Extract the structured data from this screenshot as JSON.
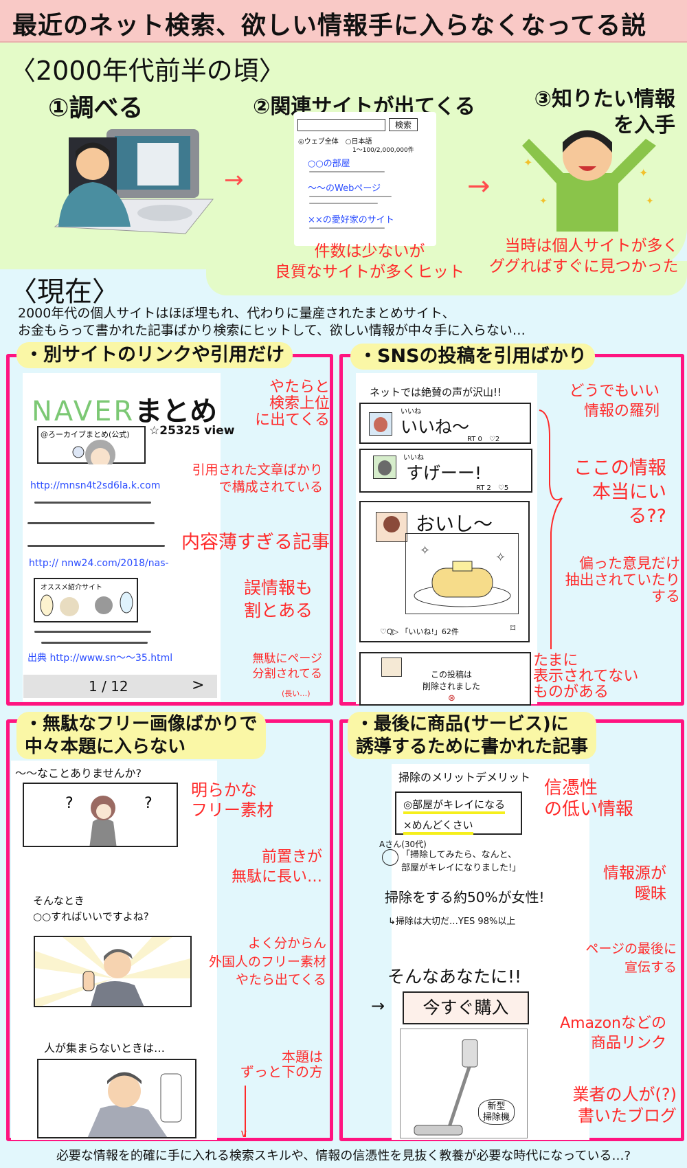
{
  "title": "最近のネット検索、欲しい情報手に入らなくなってる説",
  "past": {
    "heading": "〈2000年代前半の頃〉",
    "steps": [
      "①調べる",
      "②関連サイトが出てくる",
      "③知りたい情報\nを入手"
    ],
    "search_mock": {
      "button": "検索",
      "options": "◎ウェブ全体　○日本語",
      "count": "1〜100/2,000,000件",
      "results": [
        "○○の部屋",
        "〜〜のWebページ",
        "××の愛好家のサイト"
      ]
    },
    "note_results": "件数は少ないが\n良質なサイトが多くヒット",
    "note_found": "当時は個人サイトが多く\nググればすぐに見つかった"
  },
  "present": {
    "heading": "〈現在〉",
    "description": "2000年代の個人サイトはほぼ埋もれ、代わりに量産されたまとめサイト、\nお金もらって書かれた記事ばかり検索にヒットして、欲しい情報が中々手に入らない…"
  },
  "panels": {
    "links": {
      "title": "・別サイトのリンクや引用だけ",
      "logo_brand": "NAVER",
      "logo_suffix": "まとめ",
      "author": "@ろーカイブまとめ(公式)",
      "views": "☆25325 view",
      "link1": "http://mnsn4t2sd6la.k.com",
      "link2": "http:// nnw24.com/2018/nas-",
      "box_label": "オススメ紹介サイト",
      "link3": "出典 http://www.sn〜〜35.html",
      "page": "1 / 12",
      "next": ">",
      "notes": [
        "やたらと\n検索上位\nに出てくる",
        "引用された文章ばかり\nで構成されている",
        "内容薄すぎる記事",
        "誤情報も\n割とある",
        "無駄にページ\n分割されてる",
        "(長い…)"
      ]
    },
    "sns": {
      "title": "・SNSの投稿を引用ばかり",
      "caption": "ネットでは絶賛の声が沢山!!",
      "posts": [
        {
          "likes_label": "いいね",
          "text": "いいね〜",
          "stats": "RT 0　♡2"
        },
        {
          "likes_label": "いいね",
          "text": "すげーー!",
          "stats": "RT 2　♡5"
        },
        {
          "text": "おいし〜",
          "stats": "♡Q▷ 「いいね!」62件"
        },
        {
          "text": "この投稿は\n削除されました"
        }
      ],
      "notes": [
        "どうでもいい\n情報の羅列",
        "ここの情報\n本当にいる??",
        "偏った意見だけ\n抽出されていたり\nする",
        "たまに\n表示されてない\nものがある"
      ]
    },
    "images": {
      "title": "・無駄なフリー画像ばかりで\n中々本題に入らない",
      "captions": [
        "〜〜なことありませんか?",
        "そんなとき\n○○すればいいですよね?",
        "人が集まらないときは…"
      ],
      "notes": [
        "明らかな\nフリー素材",
        "前置きが\n無駄に長い…",
        "よく分からん\n外国人のフリー素材\nやたら出てくる",
        "本題は\nずっと下の方"
      ]
    },
    "ads": {
      "title": "・最後に商品(サービス)に\n誘導するために書かれた記事",
      "heading": "掃除のメリットデメリット",
      "merit": "◎部屋がキレイになる",
      "demerit": "×めんどくさい",
      "person": "Aさん(30代)",
      "quote": "「掃除してみたら、なんと、\n部屋がキレイになりました!」",
      "stat1": "掃除をする約50%が女性!",
      "stat2": "↳掃除は大切だ…YES 98%以上",
      "pitch": "そんなあなたに!!",
      "buy": "今すぐ購入",
      "product": "新型\n掃除機",
      "notes": [
        "信憑性\nの低い情報",
        "情報源が\n曖昧",
        "ページの最後に\n宣伝する",
        "Amazonなどの\n商品リンク",
        "業者の人が(?)\n書いたブログ"
      ]
    }
  },
  "footer": "必要な情報を的確に手に入れる検索スキルや、情報の信憑性を見抜く教養が必要な時代になっている…?",
  "colors": {
    "accent": "#ff1480",
    "note": "#ff2a2a",
    "link": "#2b4dff",
    "highlight": "#faf7a6",
    "past_bg": "#e4fbc8",
    "present_bg": "#e2f7fc",
    "title_bg": "#f9c9c6"
  }
}
